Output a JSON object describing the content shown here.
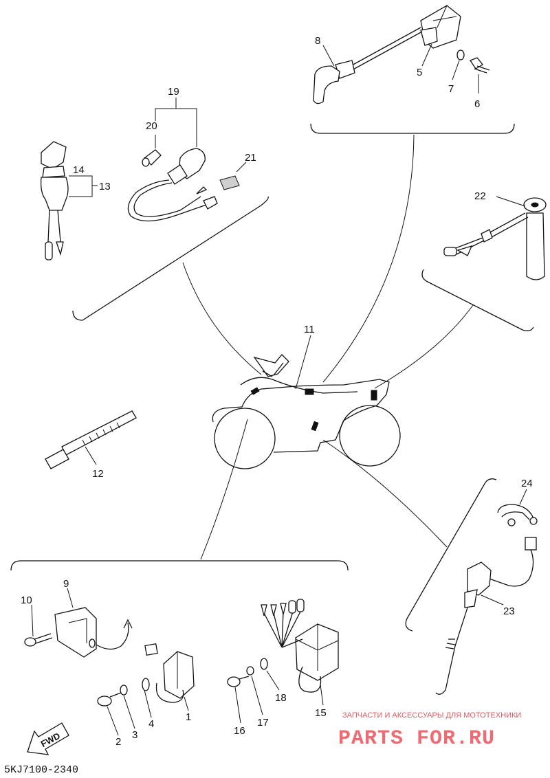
{
  "diagram": {
    "code": "5KJ7100-2340",
    "fwd_label": "FWD",
    "watermark": {
      "tagline": "ЗАПЧАСТИ И АКСЕССУАРЫ ДЛЯ МОТОТЕХНИКИ",
      "brand": "PARTS FOR.RU"
    },
    "callouts": {
      "c1": "1",
      "c2": "2",
      "c3": "3",
      "c4": "4",
      "c5": "5",
      "c6": "6",
      "c7": "7",
      "c8": "8",
      "c9": "9",
      "c10": "10",
      "c11": "11",
      "c12": "12",
      "c13": "13",
      "c14": "14",
      "c15": "15",
      "c16": "16",
      "c17": "17",
      "c18": "18",
      "c19": "19",
      "c20": "20",
      "c21": "21",
      "c22": "22",
      "c23": "23",
      "c24": "24"
    }
  }
}
